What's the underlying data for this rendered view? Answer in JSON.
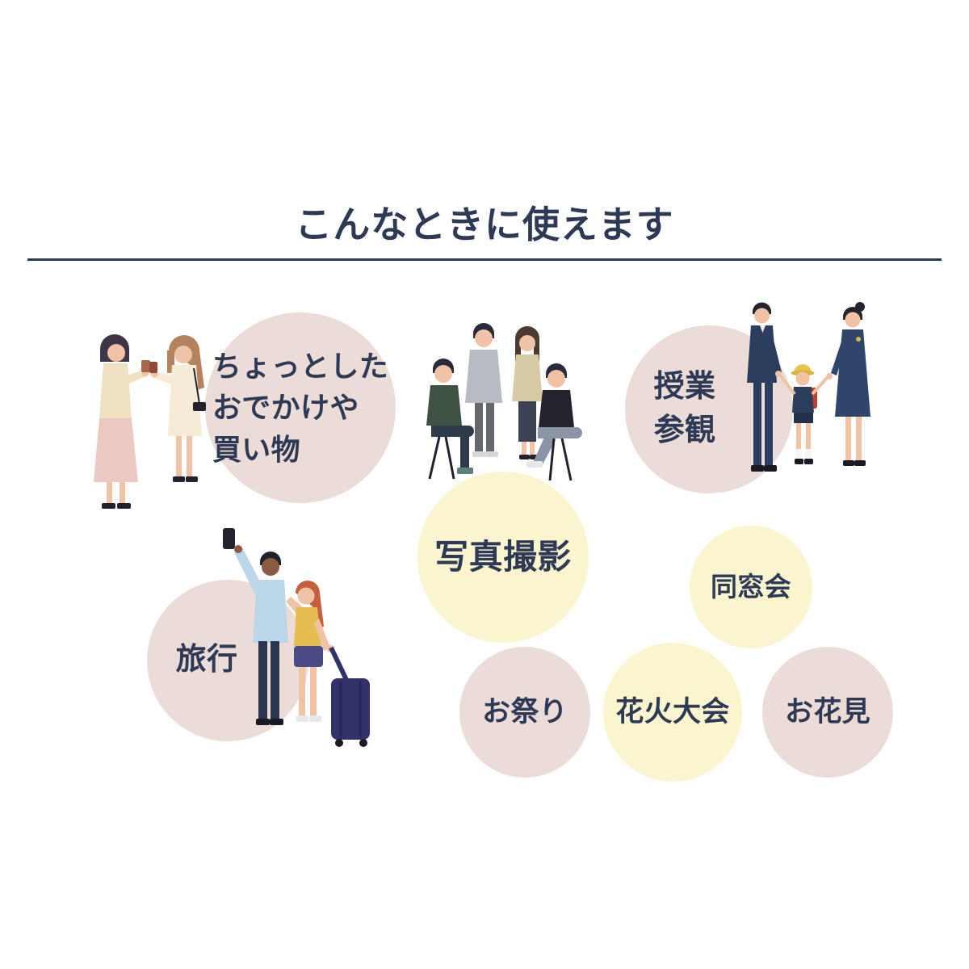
{
  "page": {
    "title": "こんなときに使えます"
  },
  "colors": {
    "title_navy": "#2E3A55",
    "bubble_pink": "#EBDCD8",
    "bubble_yellow": "#FAF5CF"
  },
  "bubbles": [
    {
      "id": "casual-outing",
      "text": "ちょっとした\nおでかけや\n買い物",
      "color": "#EBDCD8"
    },
    {
      "id": "photo-shoot",
      "text": "写真撮影",
      "color": "#FAF5CF"
    },
    {
      "id": "class-observation",
      "text": "授業\n参観",
      "color": "#EBDCD8"
    },
    {
      "id": "travel",
      "text": "旅行",
      "color": "#EBDCD8"
    },
    {
      "id": "class-reunion",
      "text": "同窓会",
      "color": "#FAF5CF"
    },
    {
      "id": "festival",
      "text": "お祭り",
      "color": "#EBDCD8"
    },
    {
      "id": "fireworks-show",
      "text": "花火大会",
      "color": "#FAF5CF"
    },
    {
      "id": "cherry-blossom-viewing",
      "text": "お花見",
      "color": "#EBDCD8"
    }
  ],
  "illustrations": [
    {
      "id": "two-women-chatting-illustration"
    },
    {
      "id": "group-photo-illustration"
    },
    {
      "id": "family-with-schoolchild-illustration"
    },
    {
      "id": "selfie-couple-with-suitcase-illustration"
    }
  ]
}
